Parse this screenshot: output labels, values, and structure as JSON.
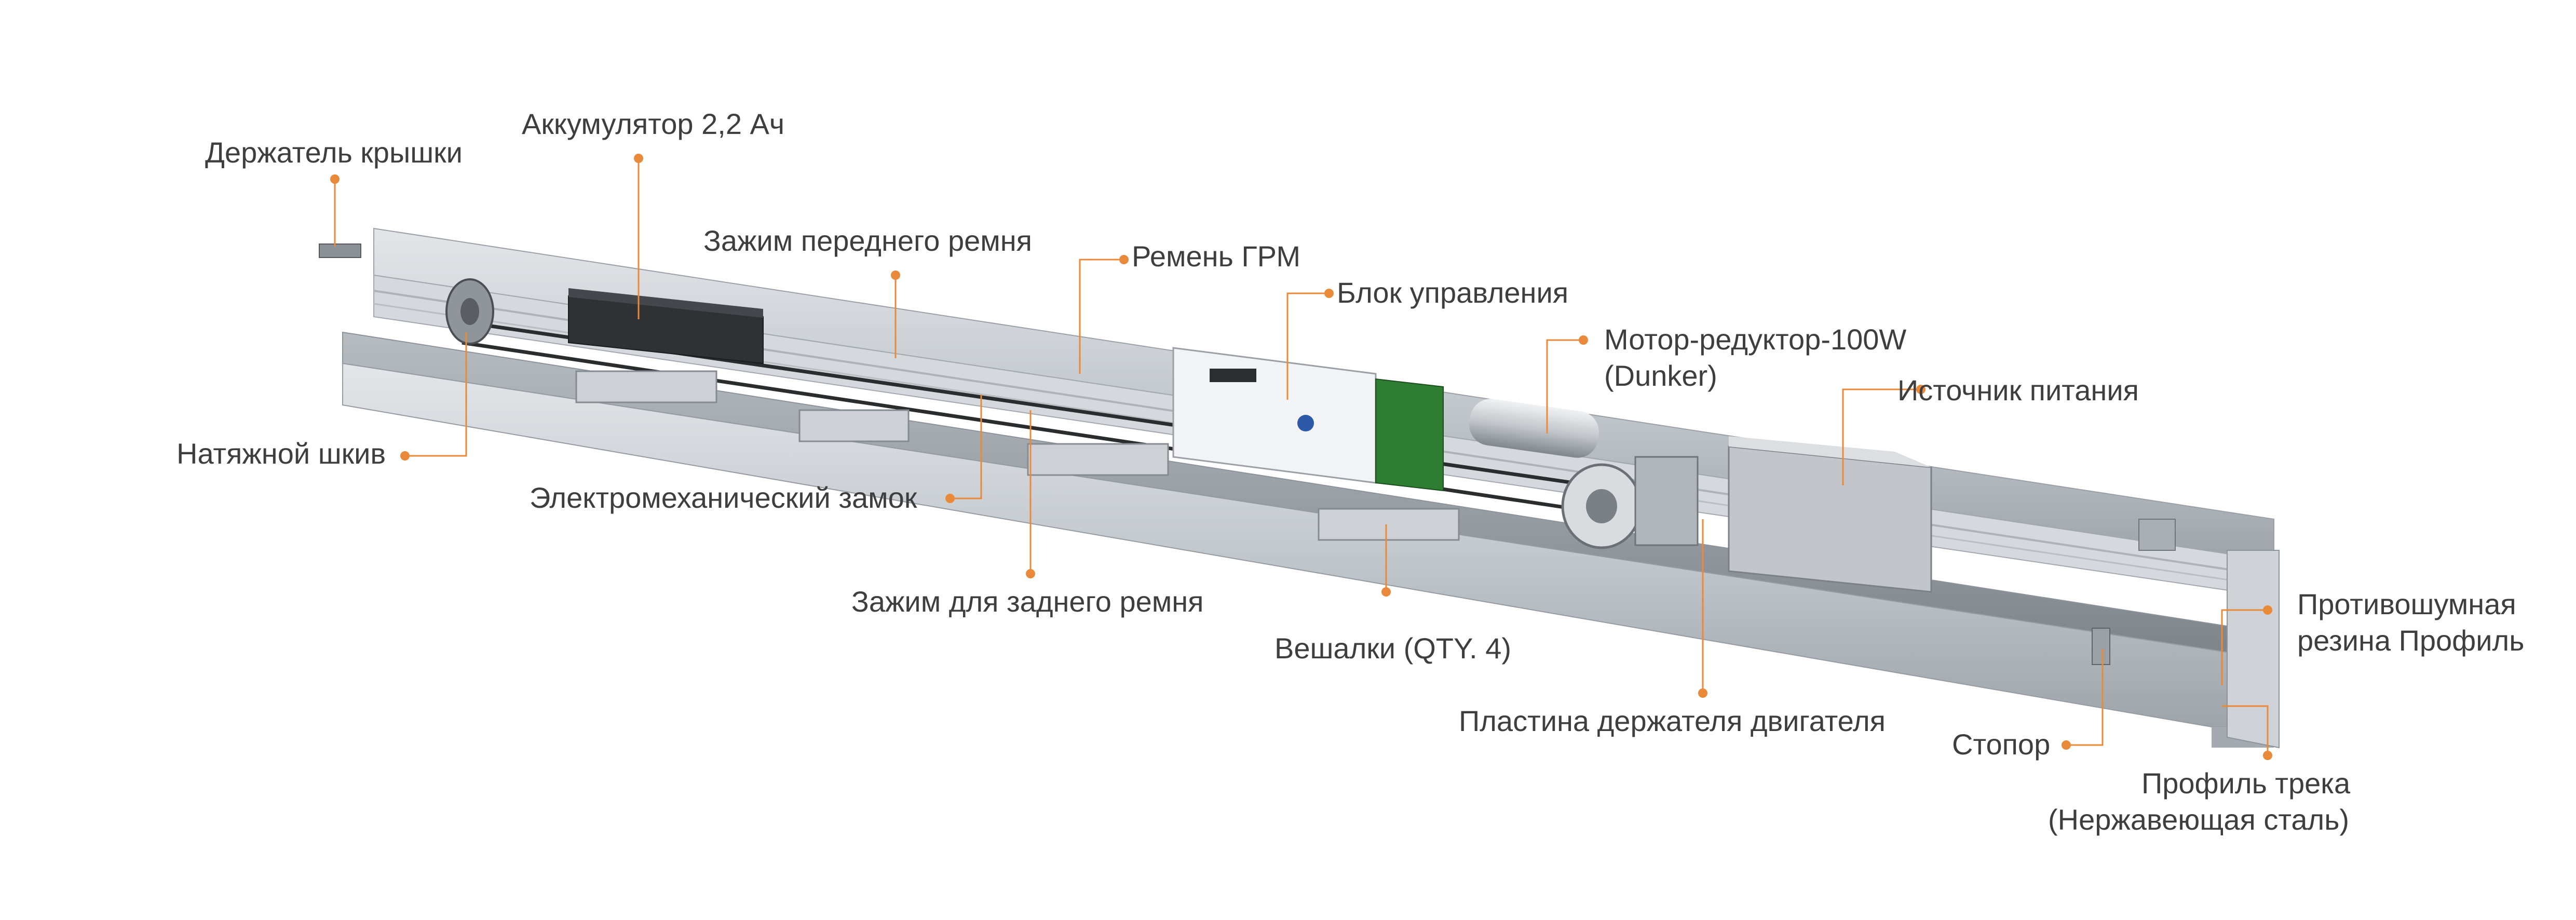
{
  "colors": {
    "accent": "#e88a3a",
    "text": "#3e3e3e",
    "aluminium": "#c9cdd1",
    "dark": "#2e3033"
  },
  "labels": {
    "cover_holder": "Держатель крышки",
    "battery": "Аккумулятор 2,2 Ач",
    "front_belt_clamp": "Зажим переднего ремня",
    "timing_belt": "Ремень ГРМ",
    "control_unit": "Блок управления",
    "motor_line1": "Мотор-редуктор-100W",
    "motor_line2": "(Dunker)",
    "power_supply": "Источник питания",
    "tension_pulley": "Натяжной шкив",
    "lock": "Электромеханический замок",
    "rear_belt_clamp": "Зажим для заднего ремня",
    "hangers": "Вешалки (QTY. 4)",
    "motor_plate": "Пластина держателя двигателя",
    "stopper": "Стопор",
    "rubber_line1": "Противошумная",
    "rubber_line2": "резина Профиль",
    "track_line1": "Профиль трека",
    "track_line2": "(Нержавеющая сталь)"
  }
}
